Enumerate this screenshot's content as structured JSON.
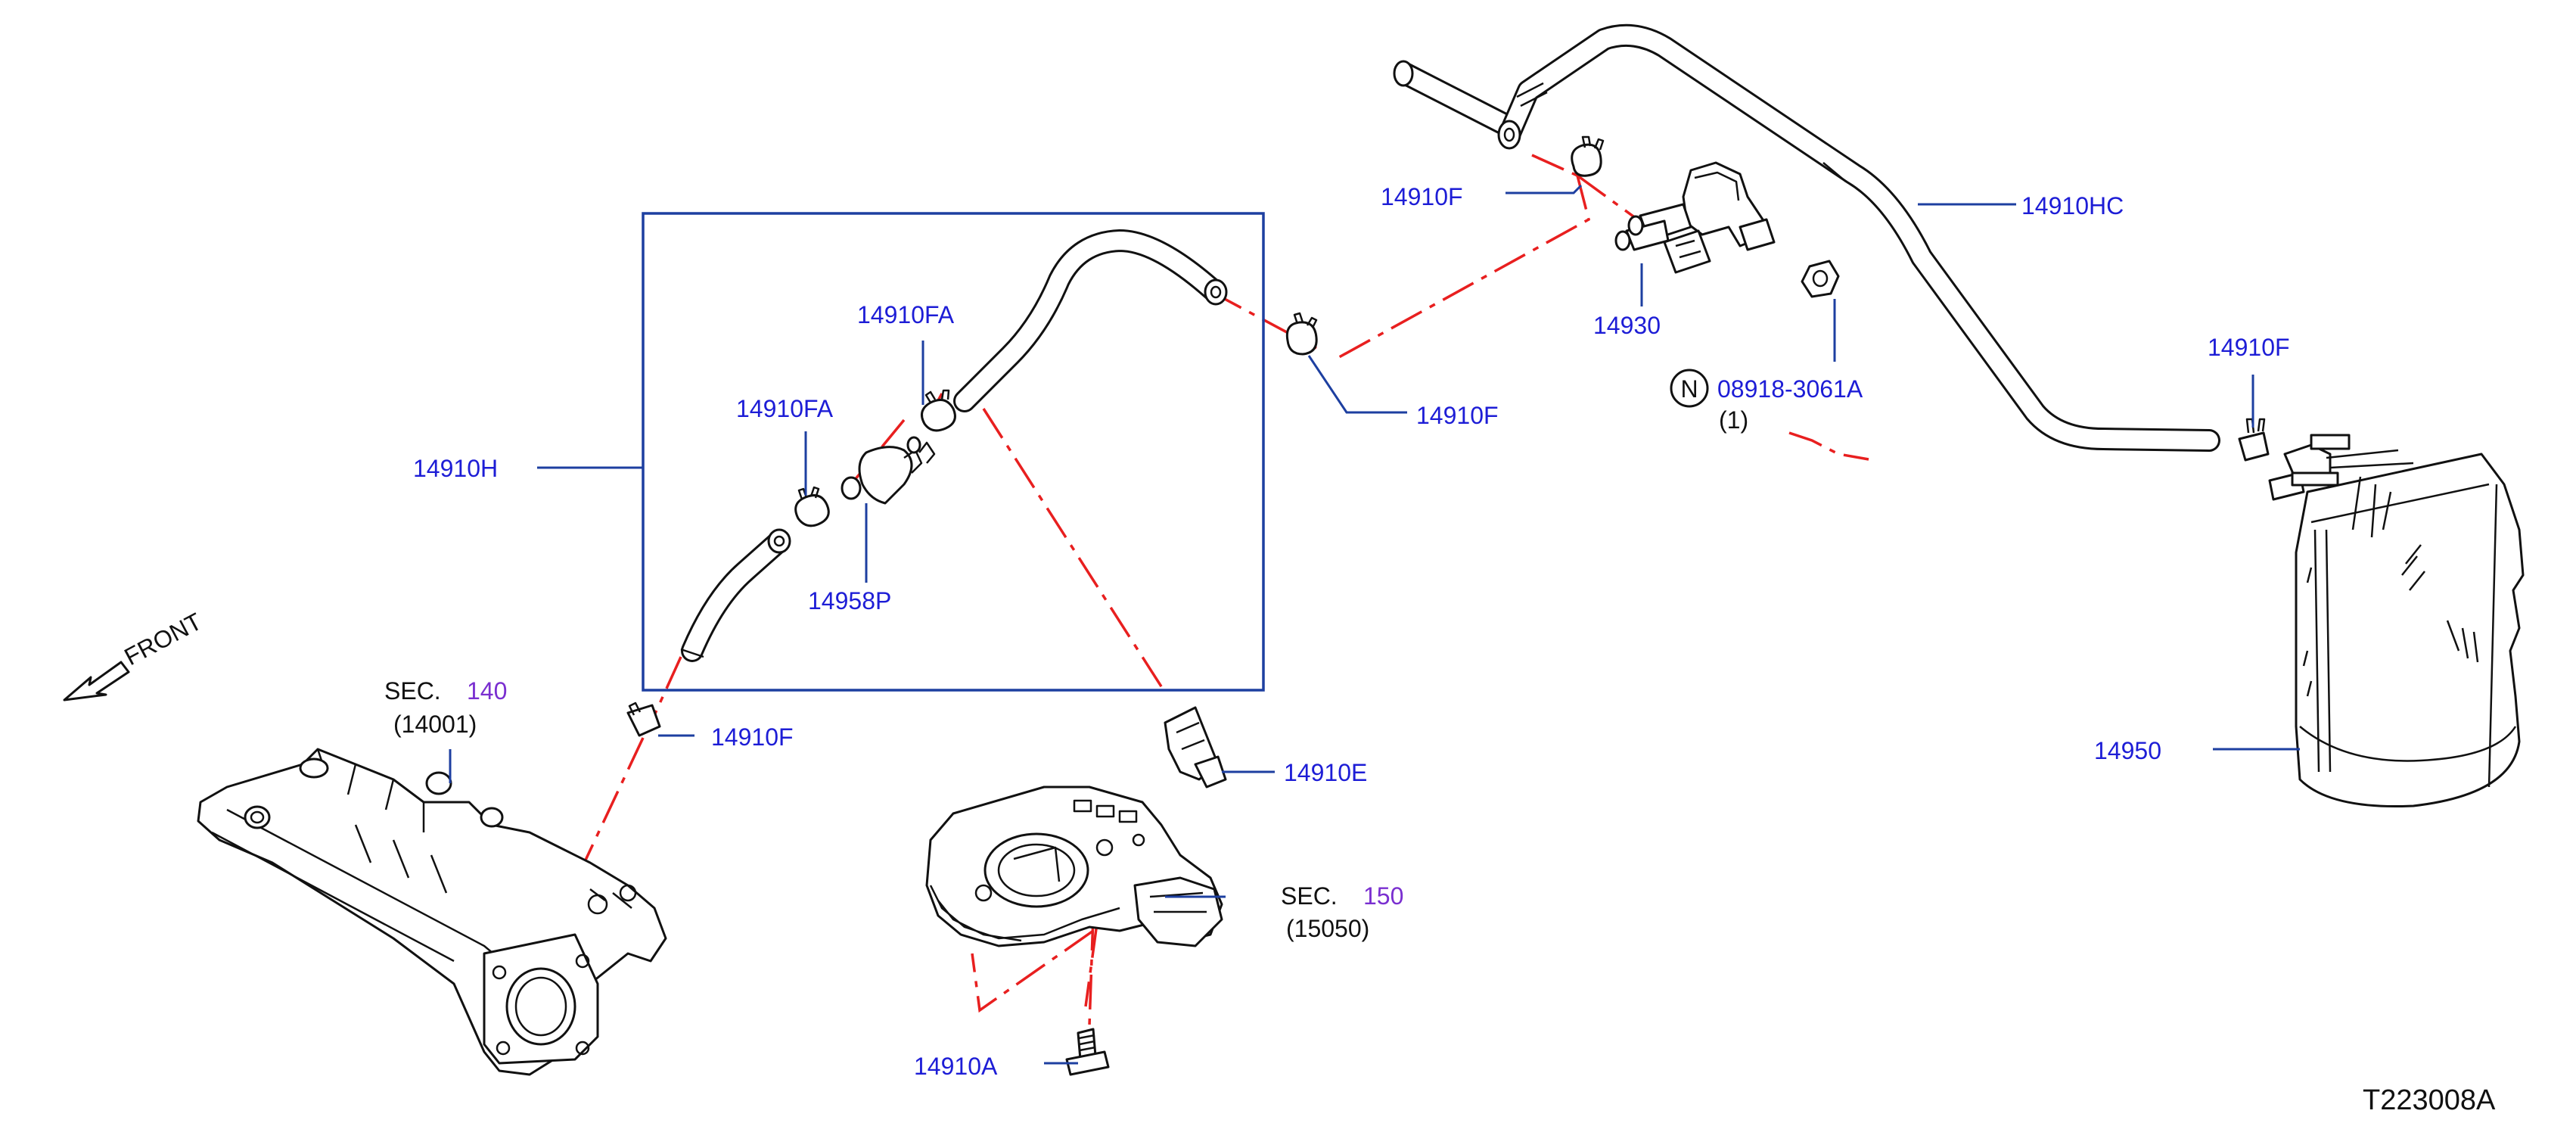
{
  "callouts": {
    "p14910F_top": "14910F",
    "p14910HC": "14910HC",
    "p14930": "14930",
    "p14910F_mid": "14910F",
    "nut_part": "08918-3061A",
    "nut_qty": "(1)",
    "nut_symbol": "N",
    "p14910F_right": "14910F",
    "p14910FA_upper": "14910FA",
    "p14910FA_lower": "14910FA",
    "p14910H": "14910H",
    "p14958P": "14958P",
    "p14910F_lower": "14910F",
    "p14910E": "14910E",
    "p14950": "14950",
    "p14910A": "14910A"
  },
  "section_refs": {
    "manifold": {
      "prefix": "SEC.",
      "number": "140",
      "part": "(14001)"
    },
    "throttle": {
      "prefix": "SEC.",
      "number": "150",
      "part": "(15050)"
    }
  },
  "front_indicator": "FRONT",
  "drawing_id": "T223008A",
  "colors": {
    "callout_text": "#1d1dd6",
    "section_number": "#7a2fd0",
    "leader_lines": "#1d3fa0",
    "dash_dot_lines": "#e81f1f",
    "outline": "#111111"
  }
}
